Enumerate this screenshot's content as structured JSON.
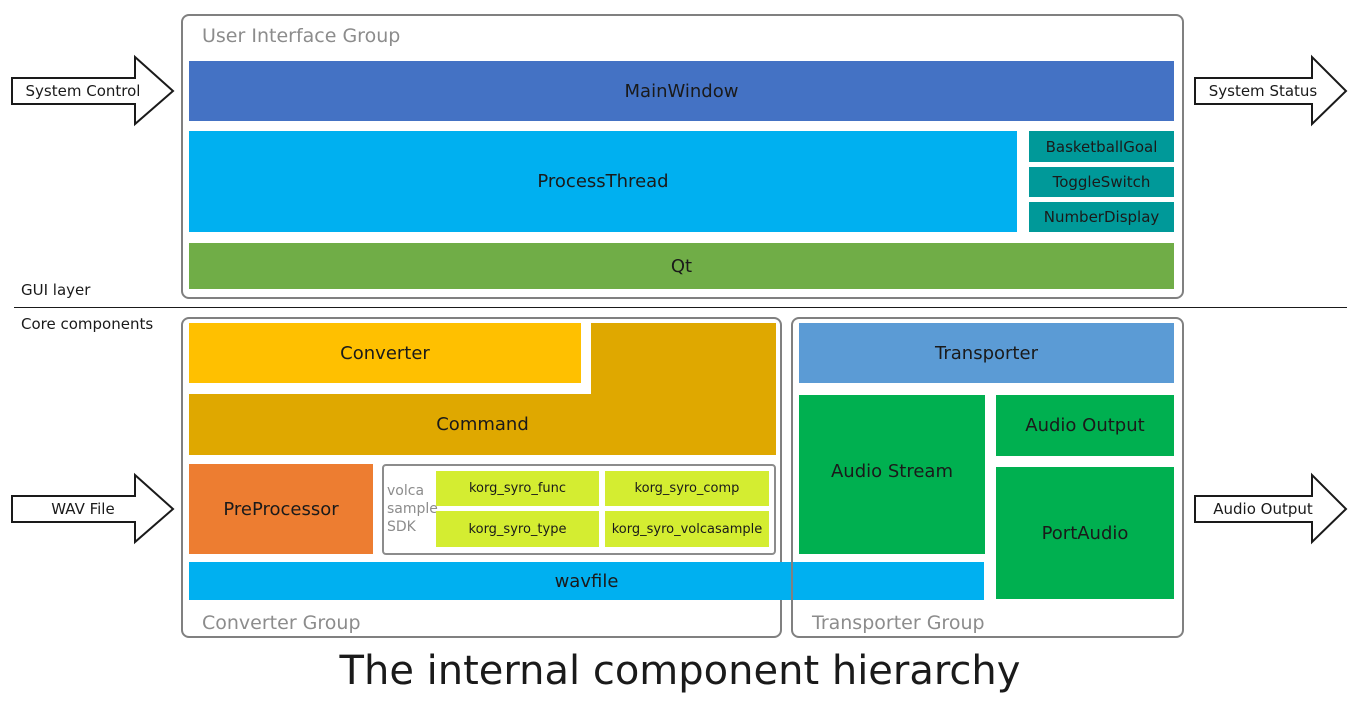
{
  "title": "The internal component hierarchy",
  "layers": {
    "gui": "GUI layer",
    "core": "Core components"
  },
  "arrows": {
    "system_control": "System Control",
    "system_status": "System Status",
    "wav_file": "WAV File",
    "audio_output": "Audio Output"
  },
  "ui_group": {
    "label": "User Interface Group",
    "main_window": "MainWindow",
    "process_thread": "ProcessThread",
    "basketball_goal": "BasketballGoal",
    "toggle_switch": "ToggleSwitch",
    "number_display": "NumberDisplay",
    "qt": "Qt"
  },
  "converter_group": {
    "label": "Converter Group",
    "converter": "Converter",
    "command": "Command",
    "preprocessor": "PreProcessor",
    "sdk_label_lines": [
      "volca",
      "sample",
      "SDK"
    ],
    "korg_syro_func": "korg_syro_func",
    "korg_syro_comp": "korg_syro_comp",
    "korg_syro_type": "korg_syro_type",
    "korg_syro_volcasample": "korg_syro_volcasample",
    "wavfile": "wavfile"
  },
  "transporter_group": {
    "label": "Transporter Group",
    "transporter": "Transporter",
    "audio_stream": "Audio Stream",
    "audio_output": "Audio Output",
    "portaudio": "PortAudio"
  },
  "colors": {
    "main_window": "#4472c4",
    "process_thread": "#00b0f0",
    "teal": "#009999",
    "qt": "#70ad47",
    "converter": "#ffc000",
    "command": "#dfa800",
    "preprocessor": "#ed7d31",
    "korg": "#d4ed31",
    "wavfile": "#00b0f0",
    "transporter": "#5b9bd5",
    "green": "#00b050"
  }
}
